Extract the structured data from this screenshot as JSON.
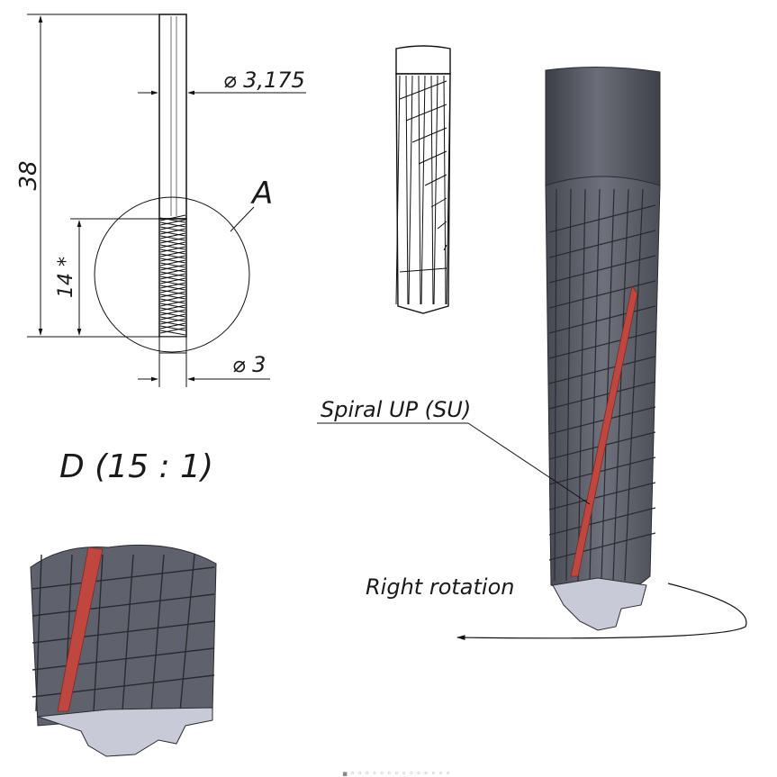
{
  "drawing": {
    "dimensions": {
      "total_length": "38",
      "cutting_length": "14 *",
      "shank_diameter": "⌀ 3,175",
      "cutting_diameter": "⌀ 3"
    },
    "detail_callout": "A",
    "detail_title": "D (15 : 1)",
    "annotations": {
      "spiral": "Spiral UP (SU)",
      "rotation": "Right rotation"
    },
    "footer_caption": "▪ ◦ ◦ ◦ ◦ ◦ ◦ ◦ ◦ ◦ ◦ ◦ ◦ ◦ ◦"
  },
  "colors": {
    "steel_dark": "#4a4c55",
    "steel_mid": "#6b6e78",
    "steel_light": "#9a9caa",
    "tip_face": "#c9cad8",
    "flute_accent": "#c0473f"
  }
}
